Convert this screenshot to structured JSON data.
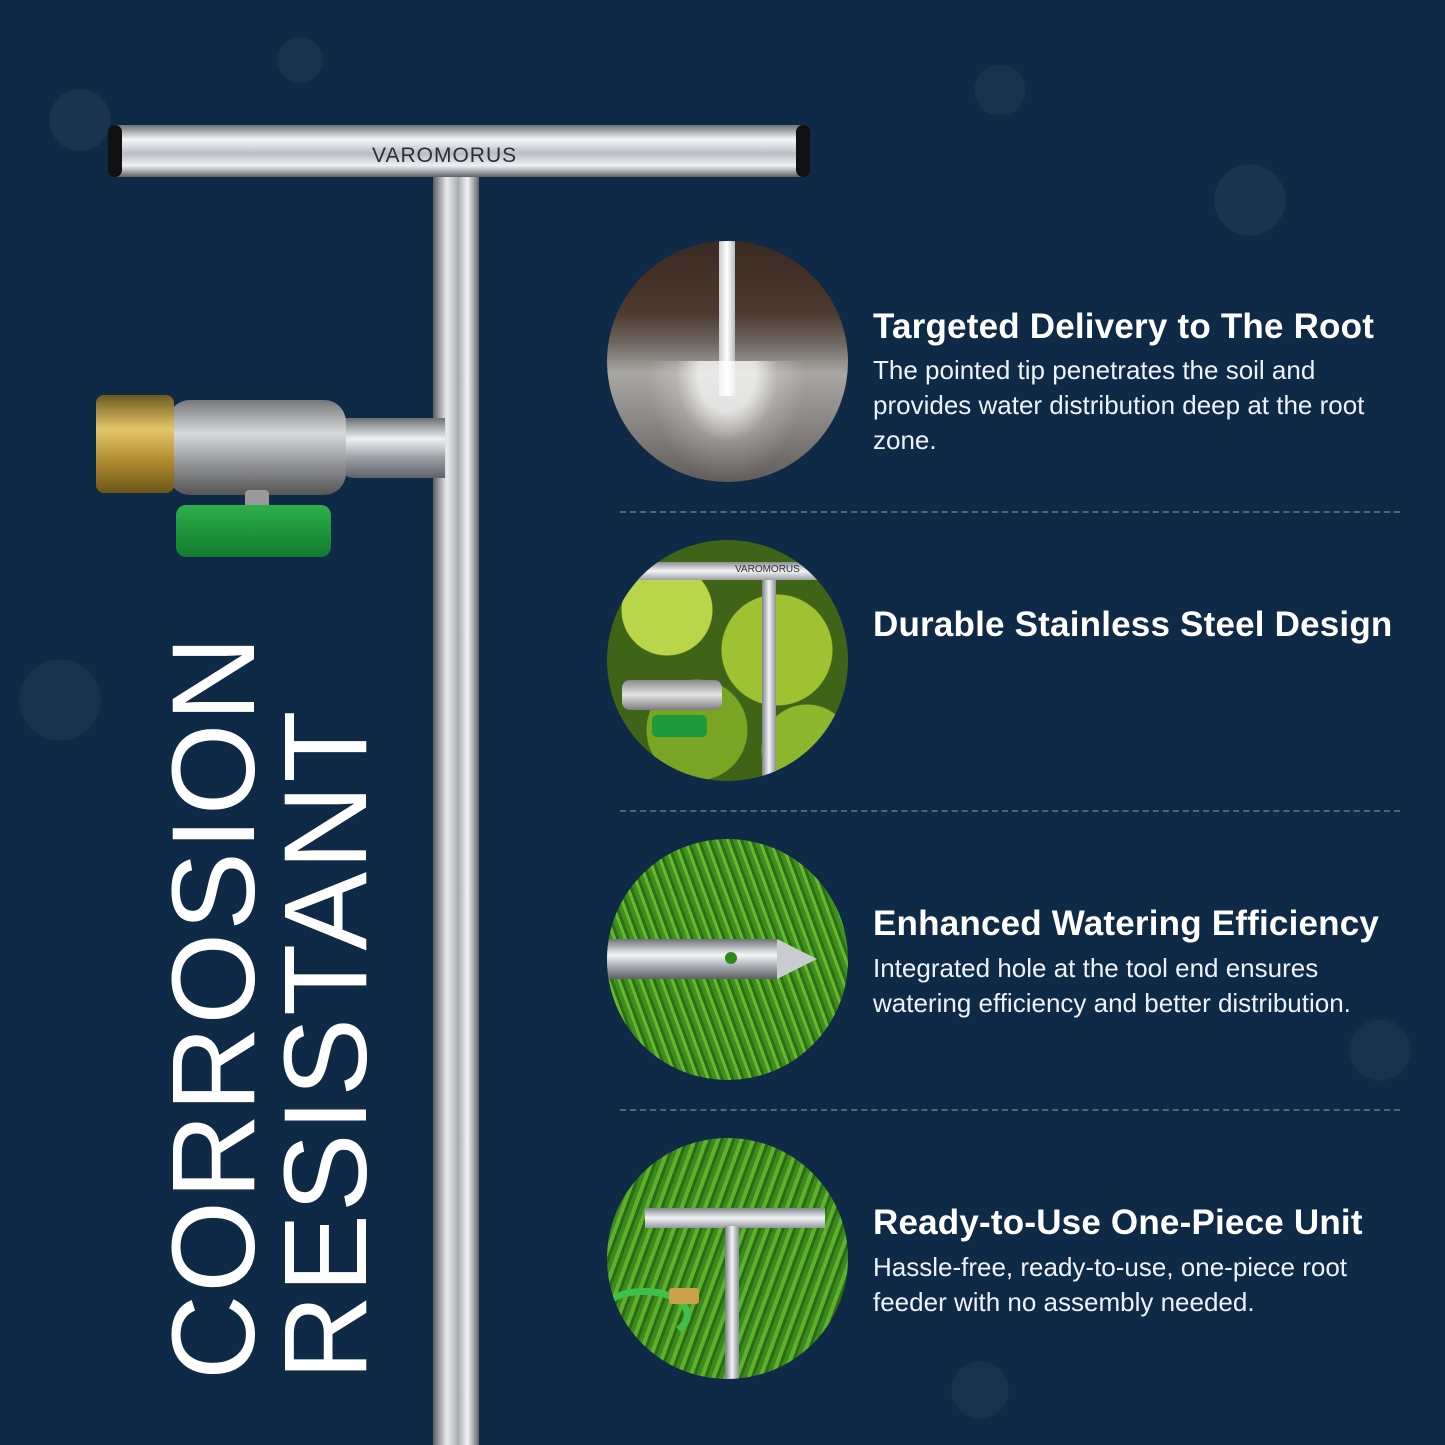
{
  "brand": "VAROMORUS",
  "headline": {
    "line1": "CORROSION",
    "line2": "RESISTANT"
  },
  "features": [
    {
      "title": "Targeted Delivery to The Root",
      "description": "The pointed tip penetrates the soil and provides water distribution deep at the root zone.",
      "image": "soil-water-spray"
    },
    {
      "title": "Durable Stainless Steel Design",
      "description": "",
      "image": "tool-on-leaves"
    },
    {
      "title": "Enhanced Watering Efficiency",
      "description": "Integrated hole at the tool end ensures watering efficiency and better distribution.",
      "image": "probe-tip-on-grass"
    },
    {
      "title": "Ready-to-Use One-Piece Unit",
      "description": "Hassle-free, ready-to-use, one-piece root feeder with no assembly needed.",
      "image": "tool-with-hose-on-grass"
    }
  ],
  "mini_brand": "VAROMORUS",
  "colors": {
    "background": "#0f2a47",
    "text": "#ffffff",
    "valve_lever": "#1c9a3c"
  }
}
